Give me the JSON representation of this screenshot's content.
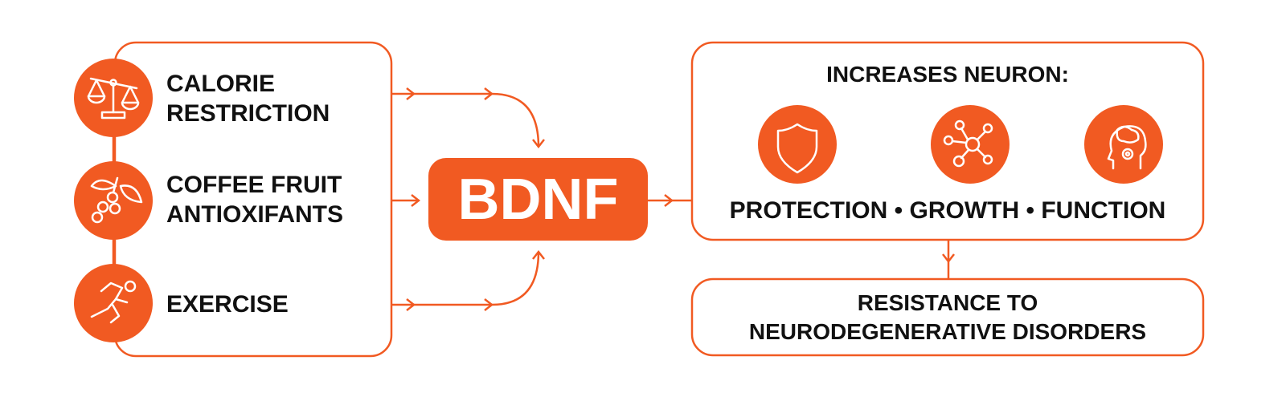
{
  "colors": {
    "accent": "#f15a22",
    "text": "#111111",
    "background": "#ffffff"
  },
  "inputs": [
    {
      "lines": [
        "CALORIE",
        "RESTRICTION"
      ],
      "icon": "scale-icon"
    },
    {
      "lines": [
        "COFFEE FRUIT",
        "ANTIOXIFANTS"
      ],
      "icon": "coffee-fruit-icon"
    },
    {
      "lines": [
        "EXERCISE"
      ],
      "icon": "runner-icon"
    }
  ],
  "center": {
    "label": "BDNF"
  },
  "effects": {
    "heading": "INCREASES NEURON:",
    "items": [
      {
        "label": "PROTECTION",
        "icon": "shield-icon"
      },
      {
        "label": "GROWTH",
        "icon": "neuron-network-icon"
      },
      {
        "label": "FUNCTION",
        "icon": "brain-gear-icon"
      }
    ],
    "separator": "•"
  },
  "outcome": {
    "lines": [
      "RESISTANCE TO",
      "NEURODEGENERATIVE DISORDERS"
    ]
  }
}
